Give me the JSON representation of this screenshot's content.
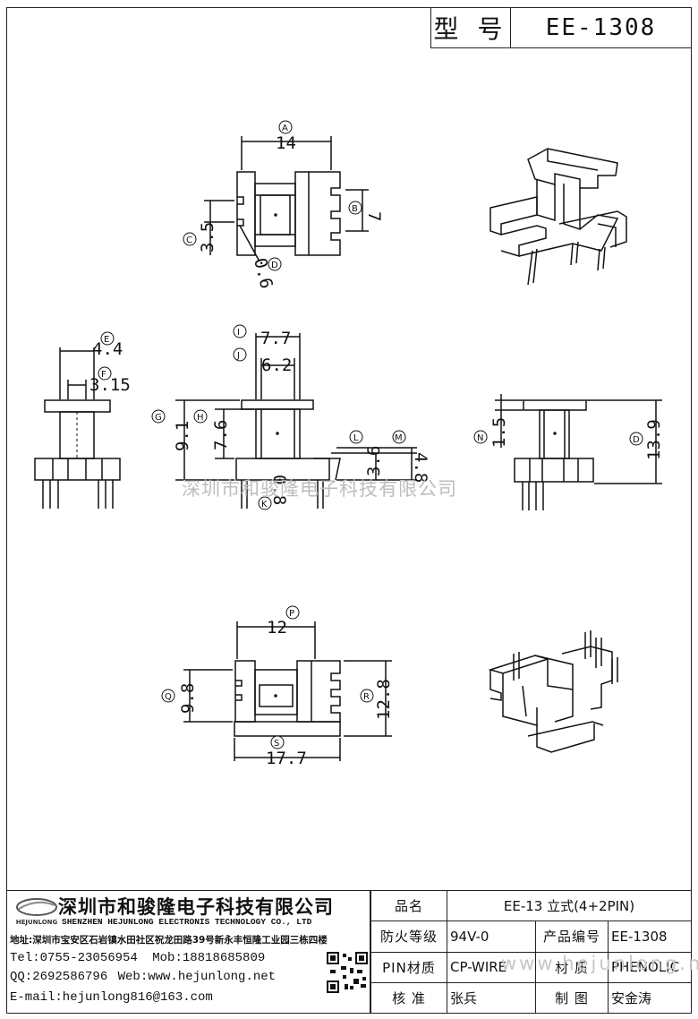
{
  "header": {
    "model_label": "型 号",
    "model_value": "EE-1308"
  },
  "watermarks": {
    "main": "深圳市和骏隆电子科技有限公司",
    "url": "www.hejunlong.net"
  },
  "top_view": {
    "dims": {
      "a": "14",
      "b": "7",
      "c": "3.5",
      "d": "0.6"
    },
    "markers": {
      "a": "A",
      "b": "B",
      "c": "C",
      "d": "D"
    }
  },
  "side_view_left": {
    "dims": {
      "e": "4.4",
      "f": "3.15"
    },
    "markers": {
      "e": "E",
      "f": "F"
    }
  },
  "front_view": {
    "dims": {
      "i": "7.7",
      "j": "6.2",
      "g": "9.1",
      "h": "7.6",
      "l": "3.6",
      "m": "4.8",
      "k": "0.8"
    },
    "markers": {
      "i": "I",
      "j": "J",
      "g": "G",
      "h": "H",
      "l": "L",
      "m": "M",
      "k": "K"
    }
  },
  "side_view_right": {
    "dims": {
      "n": "1.5",
      "d": "13.9"
    },
    "markers": {
      "n": "N",
      "d": "D"
    }
  },
  "bottom_view": {
    "dims": {
      "p": "12",
      "q": "9.8",
      "r": "12.8",
      "s": "17.7"
    },
    "markers": {
      "p": "P",
      "q": "Q",
      "r": "R",
      "s": "S"
    }
  },
  "company": {
    "logo_text": "HEJUNLONG",
    "name_cn": "深圳市和骏隆电子科技有限公司",
    "name_en": "SHENZHEN HEJUNLONG ELECTRONIS TECHNOLOGY CO., LTD",
    "address": "地址:深圳市宝安区石岩镇水田社区祝龙田路39号新永丰恒隆工业园三栋四楼",
    "tel": "Tel:0755-23056954",
    "mob": "Mob:18818685809",
    "qq": "QQ:2692586796",
    "web": "Web:www.hejunlong.net",
    "email": "E-mail:hejunlong816@163.com"
  },
  "info_table": {
    "product_name_label": "品名",
    "product_name": "EE-13 立式(4+2PIN)",
    "fire_label": "防火等级",
    "fire": "94V-0",
    "code_label": "产品编号",
    "code": "EE-1308",
    "pin_label": "PIN材质",
    "pin": "CP-WIRE",
    "material_label": "材 质",
    "material": "PHENOLIC",
    "check_label": "核 准",
    "check": "张兵",
    "draw_label": "制 图",
    "draw": "安金涛"
  }
}
